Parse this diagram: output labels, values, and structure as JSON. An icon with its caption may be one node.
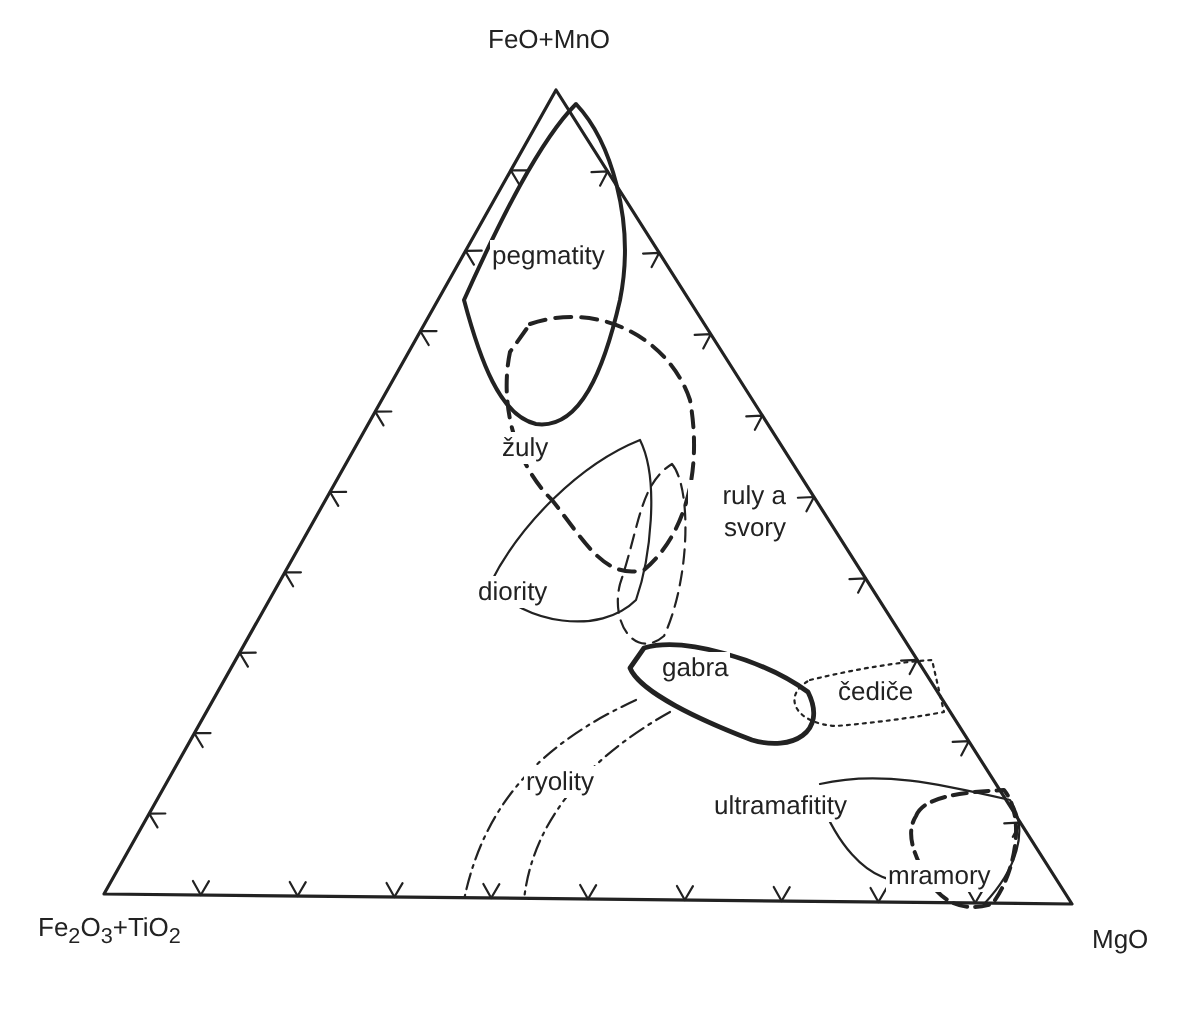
{
  "diagram": {
    "labels": [
      "FeO+MnO",
      "Fe$_{2}$O$_{3}$+TiO$_{2}$",
      "MgO",
      "pegmatity",
      "žuly",
      "ruly a svory",
      "diority",
      "gabra",
      "čediče",
      "ryolity",
      "ultramafitity",
      "mramory"
    ]
  }
}
